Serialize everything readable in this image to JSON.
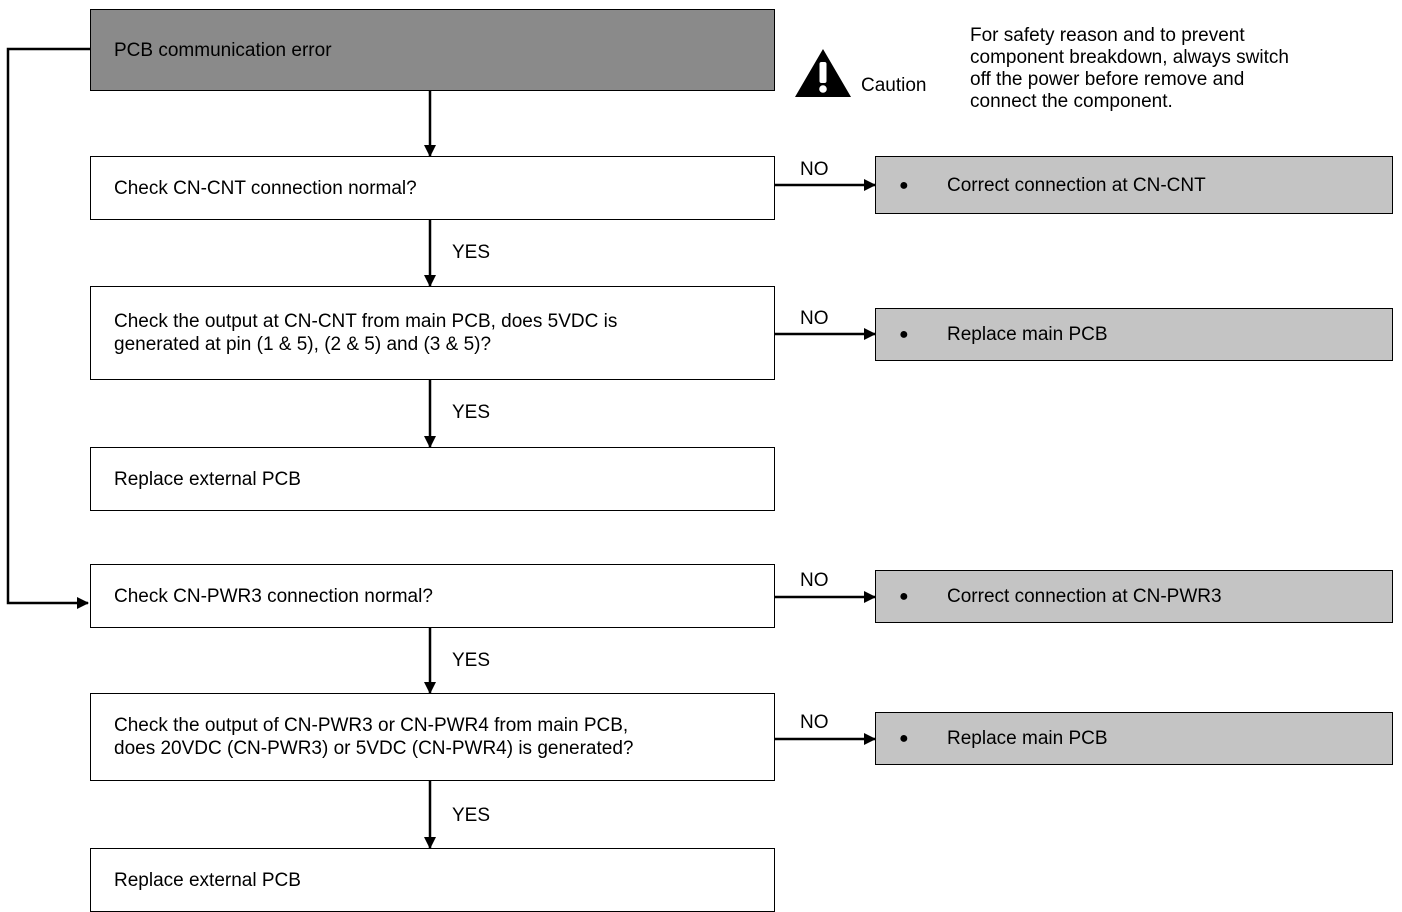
{
  "start": {
    "label": "PCB communication error"
  },
  "caution": {
    "label": "Caution",
    "note_lines": [
      "For safety reason and to prevent",
      "component breakdown, always switch",
      "off the power before remove and",
      "connect the component."
    ]
  },
  "branch_labels": {
    "yes": "YES",
    "no": "NO"
  },
  "steps": {
    "check_cnt_connection": [
      "Check CN-CNT connection normal?"
    ],
    "check_cnt_output": [
      "Check the output at CN-CNT from main PCB, does 5VDC is",
      "generated at pin (1 & 5), (2 & 5) and (3 & 5)?"
    ],
    "replace_external_1": [
      "Replace external PCB"
    ],
    "check_pwr3_connection": [
      "Check CN-PWR3 connection normal?"
    ],
    "check_pwr_output": [
      "Check the output of CN-PWR3 or CN-PWR4 from main PCB,",
      "does 20VDC (CN-PWR3) or 5VDC (CN-PWR4) is generated?"
    ],
    "replace_external_2": [
      "Replace external PCB"
    ]
  },
  "actions": {
    "bullet": "●",
    "correct_cnt": "Correct connection at CN-CNT",
    "replace_main_1": "Replace main PCB",
    "correct_pwr3": "Correct connection at CN-PWR3",
    "replace_main_2": "Replace main PCB"
  }
}
